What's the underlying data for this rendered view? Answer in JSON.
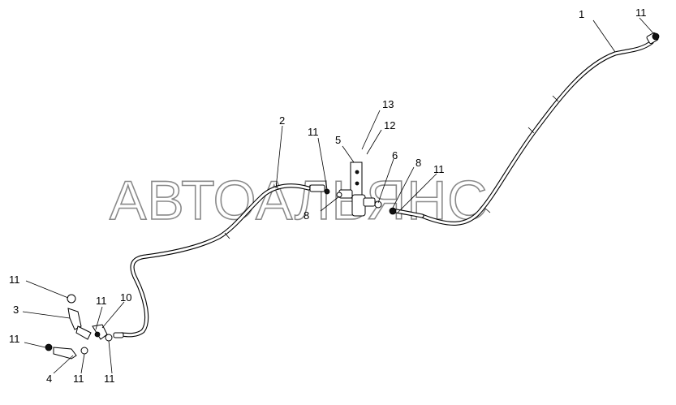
{
  "watermark": "АВТОАЛЬЯНС",
  "callouts": {
    "c1": "1",
    "c2": "2",
    "c3": "3",
    "c4": "4",
    "c5": "5",
    "c6": "6",
    "c8a": "8",
    "c8b": "8",
    "c10": "10",
    "c11a": "11",
    "c11b": "11",
    "c11c": "11",
    "c11d": "11",
    "c11e": "11",
    "c11f": "11",
    "c11g": "11",
    "c11h": "11",
    "c12": "12",
    "c13": "13"
  },
  "colors": {
    "line": "#000000",
    "watermark_stroke": "#8a8a8a",
    "background": "#ffffff"
  }
}
